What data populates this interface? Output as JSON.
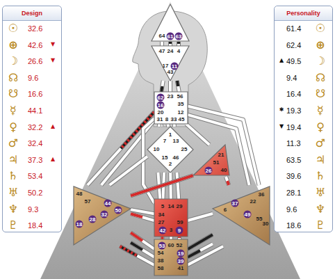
{
  "diagram": {
    "nodes": [
      {
        "text": [
          "Design"
        ]
      },
      {
        "text": [
          "Personality"
        ]
      },
      {
        "text": [
          "64",
          "61",
          "63"
        ]
      },
      {
        "text": [
          "47",
          "24",
          "4",
          "17",
          "11",
          "43"
        ]
      },
      {
        "text": [
          "62",
          "23",
          "56",
          "16",
          "35",
          "20",
          "12",
          "31",
          "8",
          "33",
          "45"
        ]
      },
      {
        "text": [
          "1",
          "7",
          "13",
          "10",
          "25",
          "15",
          "46",
          "2"
        ]
      },
      {
        "text": [
          "21",
          "51",
          "26",
          "40"
        ]
      },
      {
        "text": [
          "48",
          "57",
          "44",
          "50",
          "32",
          "28",
          "18"
        ]
      },
      {
        "text": [
          "5",
          "14",
          "29",
          "34",
          "27",
          "59",
          "42",
          "3",
          "9"
        ]
      },
      {
        "text": [
          "36",
          "22",
          "37",
          "6",
          "49",
          "55",
          "30"
        ]
      },
      {
        "text": [
          "53",
          "60",
          "52",
          "54",
          "19",
          "38",
          "39",
          "58",
          "41"
        ]
      }
    ],
    "edges": [
      {
        "from": 2,
        "to": 3,
        "arrow": "none"
      },
      {
        "from": 2,
        "to": 3,
        "arrow": "none"
      },
      {
        "from": 2,
        "to": 3,
        "arrow": "none"
      },
      {
        "from": 3,
        "to": 4,
        "arrow": "none"
      },
      {
        "from": 3,
        "to": 4,
        "arrow": "none"
      },
      {
        "from": 3,
        "to": 4,
        "arrow": "none"
      },
      {
        "from": 4,
        "to": 5,
        "arrow": "none"
      },
      {
        "from": 4,
        "to": 5,
        "arrow": "none"
      },
      {
        "from": 4,
        "to": 5,
        "arrow": "none"
      },
      {
        "from": 4,
        "to": 5,
        "arrow": "none"
      },
      {
        "from": 4,
        "to": 7,
        "arrow": "none"
      },
      {
        "from": 4,
        "to": 7,
        "arrow": "none"
      },
      {
        "from": 4,
        "to": 8,
        "arrow": "none"
      },
      {
        "from": 4,
        "to": 6,
        "arrow": "none"
      },
      {
        "from": 4,
        "to": 9,
        "arrow": "none"
      },
      {
        "from": 4,
        "to": 9,
        "arrow": "none"
      },
      {
        "from": 5,
        "to": 6,
        "arrow": "none"
      },
      {
        "from": 5,
        "to": 7,
        "arrow": "none"
      },
      {
        "from": 5,
        "to": 8,
        "arrow": "none"
      },
      {
        "from": 5,
        "to": 8,
        "arrow": "none"
      },
      {
        "from": 5,
        "to": 8,
        "arrow": "none"
      },
      {
        "from": 5,
        "to": 8,
        "arrow": "none"
      },
      {
        "from": 6,
        "to": 7,
        "arrow": "none"
      },
      {
        "from": 6,
        "to": 9,
        "arrow": "none"
      },
      {
        "from": 7,
        "to": 8,
        "arrow": "none"
      },
      {
        "from": 7,
        "to": 8,
        "arrow": "none"
      },
      {
        "from": 7,
        "to": 10,
        "arrow": "none"
      },
      {
        "from": 7,
        "to": 10,
        "arrow": "none"
      },
      {
        "from": 7,
        "to": 10,
        "arrow": "none"
      },
      {
        "from": 8,
        "to": 9,
        "arrow": "none"
      },
      {
        "from": 8,
        "to": 10,
        "arrow": "none"
      },
      {
        "from": 8,
        "to": 10,
        "arrow": "none"
      },
      {
        "from": 8,
        "to": 10,
        "arrow": "none"
      },
      {
        "from": 9,
        "to": 10,
        "arrow": "none"
      },
      {
        "from": 9,
        "to": 10,
        "arrow": "none"
      },
      {
        "from": 9,
        "to": 10,
        "arrow": "none"
      }
    ],
    "labels": [
      "☉",
      "32.6",
      "⊕",
      "42.6",
      "▼",
      "☽",
      "26.6",
      "▼",
      "☊",
      "9.6",
      "☋",
      "16.6",
      "☿",
      "44.1",
      "♀",
      "32.2",
      "▲",
      "♂",
      "32.4",
      "♃",
      "37.3",
      "▲",
      "♄",
      "53.4",
      "♅",
      "50.2",
      "♆",
      "9.3",
      "♇",
      "18.4",
      "61.4",
      "☉",
      "62.4",
      "⊕",
      "▲",
      "49.5",
      "☽",
      "9.4",
      "☊",
      "16.4",
      "☋",
      "✱",
      "19.3",
      "☿",
      "▼",
      "19.4",
      "♀",
      "11.3",
      "♂",
      "63.5",
      "♃",
      "39.6",
      "♄",
      "28.1",
      "♅",
      "9.6",
      "♆",
      "18.6",
      "♇"
    ]
  }
}
